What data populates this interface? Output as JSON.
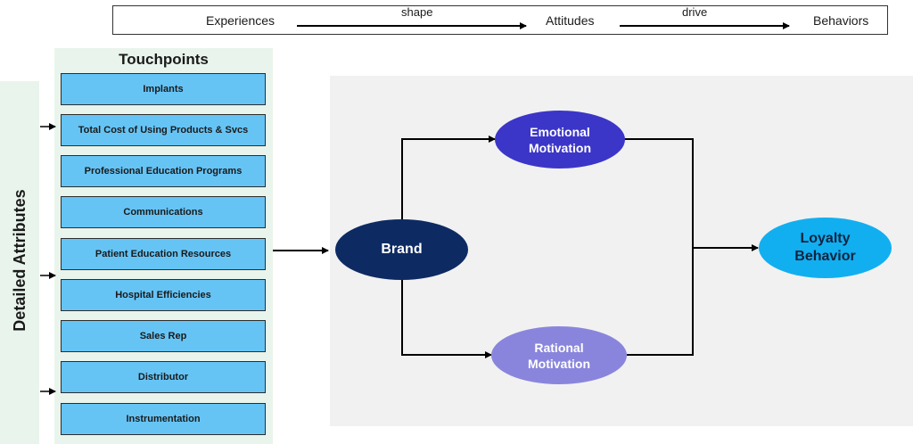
{
  "flow": {
    "experiences": "Experiences",
    "shape": "shape",
    "attitudes": "Attitudes",
    "drive": "drive",
    "behaviors": "Behaviors"
  },
  "side_label": "Detailed Attributes",
  "touchpoints": {
    "title": "Touchpoints",
    "items": [
      "Implants",
      "Total Cost of Using Products & Svcs",
      "Professional Education Programs",
      "Communications",
      "Patient Education Resources",
      "Hospital Efficiencies",
      "Sales Rep",
      "Distributor",
      "Instrumentation"
    ]
  },
  "nodes": {
    "brand": "Brand",
    "emotional": "Emotional\nMotivation",
    "rational": "Rational\nMotivation",
    "loyalty": "Loyalty\nBehavior"
  },
  "colors": {
    "touchpoint_fill": "#66c4f5",
    "panel_green": "#e9f5ec",
    "brand": "#0d2a63",
    "emotional": "#3b36c8",
    "rational": "#8a85dc",
    "loyalty": "#11aff0",
    "model_bg": "#f1f1f1"
  }
}
